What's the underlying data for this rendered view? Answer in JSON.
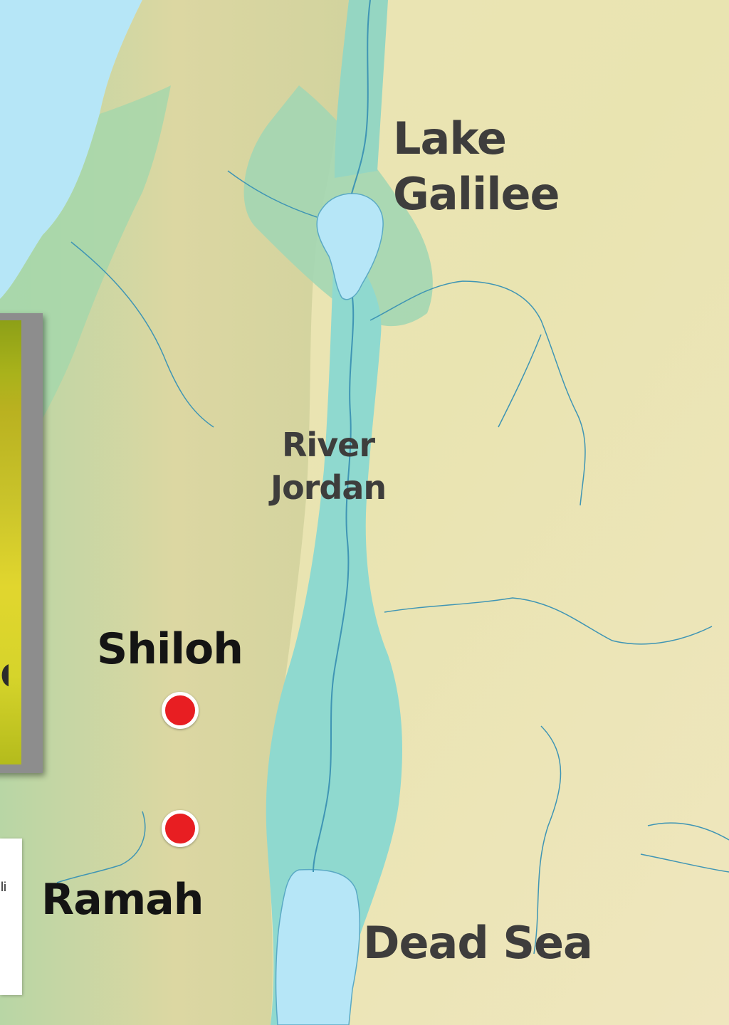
{
  "map": {
    "colors": {
      "sea": "#b6e6f7",
      "lowland": "#9fd9b8",
      "hills": "#d9d6a0",
      "plateau": "#ece5b3",
      "river": "#3f95b4",
      "valley": "#8fd9d0"
    },
    "labels": {
      "lake_galilee": [
        "Lake",
        "Galilee"
      ],
      "river_jordan": [
        "River",
        "Jordan"
      ],
      "dead_sea": "Dead Sea",
      "shiloh": "Shiloh",
      "ramah": "Ramah"
    }
  },
  "inset": {
    "partial_letter": "e"
  },
  "caption": {
    "partial_text": "li"
  }
}
